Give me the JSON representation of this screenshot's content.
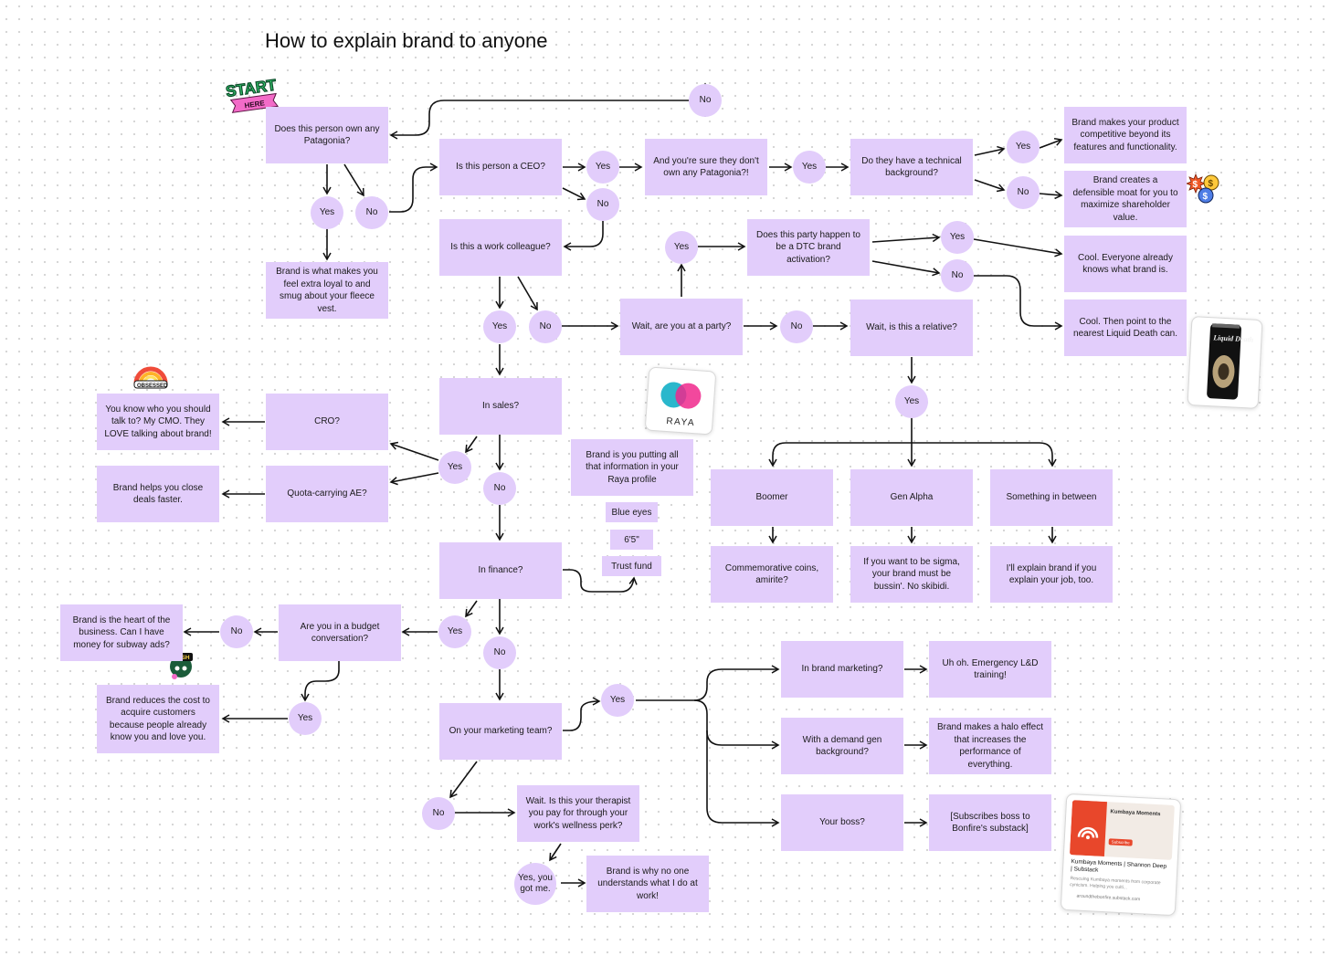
{
  "title": "How to explain brand to anyone",
  "stickers": {
    "start": "START",
    "here": "HERE",
    "obsessed": "OBSESSED",
    "raya": "RAYA",
    "liquid_death": "Liquid Death",
    "i_wish": "I WISH"
  },
  "nodes": {
    "patagonia": "Does this person own any Patagonia?",
    "ceo": "Is this person a CEO?",
    "sure_patagonia": "And you're sure they don't own any Patagonia?!",
    "technical": "Do they have a technical background?",
    "brand_product": "Brand makes your product competitive beyond its features and functionality.",
    "brand_moat": "Brand creates a defensible moat for you to maximize shareholder value.",
    "brand_loyal": "Brand is what makes you feel extra loyal to and smug about your fleece vest.",
    "colleague": "Is this a work colleague?",
    "dtc": "Does this party happen to be a DTC brand activation?",
    "cool_everyone": "Cool. Everyone already knows what brand is.",
    "cool_liquid": "Cool. Then point to the nearest Liquid Death can.",
    "party": "Wait, are you at a party?",
    "relative": "Wait, is this a relative?",
    "sales": "In sales?",
    "cro": "CRO?",
    "cmo": "You know who you should talk to? My CMO. They LOVE talking about brand!",
    "quota": "Quota-carrying AE?",
    "close_deals": "Brand helps you close deals faster.",
    "raya_profile": "Brand is you putting all that information in your Raya profile",
    "boomer": "Boomer",
    "gen_alpha": "Gen Alpha",
    "between": "Something in between",
    "coins": "Commemorative coins, amirite?",
    "sigma": "If you want to be sigma, your brand must be bussin'. No skibidi.",
    "explain_job": "I'll explain brand if you explain your job, too.",
    "finance": "In finance?",
    "budget": "Are you in a budget conversation?",
    "heart": "Brand is the heart of the business. Can I have money for subway ads?",
    "reduces_cost": "Brand reduces the cost to acquire customers because people already know you and love you.",
    "marketing_team": "On your marketing team?",
    "brand_marketing": "In brand marketing?",
    "emergency": "Uh oh. Emergency L&D training!",
    "demand_gen": "With a demand gen background?",
    "halo": "Brand makes a halo effect that increases the performance of everything.",
    "boss": "Your boss?",
    "subscribes": "[Subscribes boss to Bonfire's substack]",
    "therapist": "Wait. Is this your therapist you pay for through your work's wellness perk?",
    "no_one": "Brand is why no one understands what I do at work!"
  },
  "chips": {
    "blue_eyes": "Blue eyes",
    "height": "6'5\"",
    "trust_fund": "Trust fund"
  },
  "answers": {
    "yes": "Yes",
    "no": "No",
    "yes_got_me": "Yes, you got me."
  },
  "card": {
    "title": "Kumbaya Moments",
    "subscribe": "Subscribe",
    "heading": "Kumbaya Moments | Shannon Deep | Substack",
    "desc": "Rescuing Kumbaya moments from corporate cynicism. Helping you culti...",
    "url": "aroundthebonfire.substack.com"
  },
  "colors": {
    "node": "#e2cdfb",
    "edge": "#111111",
    "substack": "#e8472b"
  }
}
